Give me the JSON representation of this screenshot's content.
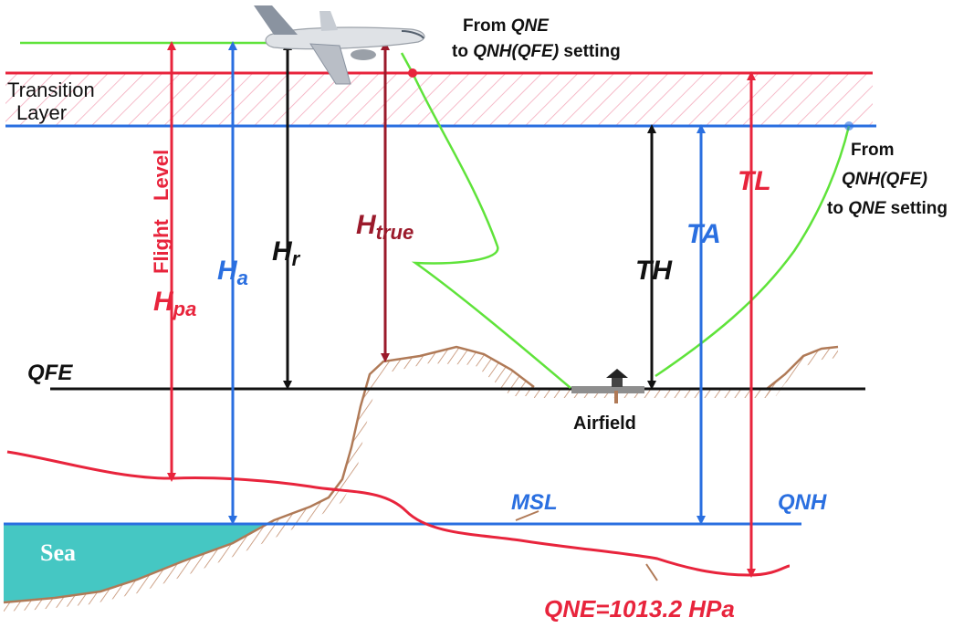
{
  "colors": {
    "red": "#e8243c",
    "blue": "#2a6fe0",
    "green": "#5fe33a",
    "black": "#111111",
    "darkred": "#9b1a2b",
    "terrain": "#b07a57",
    "sea": "#45c7c3",
    "transition_hatch": "#f2a8b8"
  },
  "labels": {
    "transition_layer_line1": "Transition",
    "transition_layer_line2": "Layer",
    "flight_level_a": "Flight",
    "flight_level_b": "Level",
    "hpa_main": "H",
    "hpa_sub": "pa",
    "ha_main": "H",
    "ha_sub": "a",
    "hr_main": "H",
    "hr_sub": "r",
    "htrue_main": "H",
    "htrue_sub": "true",
    "th": "TH",
    "ta": "TA",
    "tl": "TL",
    "qfe": "QFE",
    "msl": "MSL",
    "qnh": "QNH",
    "sea": "Sea",
    "airfield": "Airfield",
    "qne_value": "QNE=1013.2 HPa"
  },
  "notes": {
    "from_qne": {
      "line1_prefix": "From ",
      "line1_italic": "QNE",
      "line2_prefix": "to ",
      "line2_italic": "QNH(QFE)",
      "line2_suffix": " setting"
    },
    "from_qnh": {
      "line1": "From",
      "line2_italic": "QNH(QFE)",
      "line3_prefix": "to ",
      "line3_italic": "QNE",
      "line3_suffix": " setting"
    }
  },
  "icons": [
    "airplane-icon",
    "airfield-tower-icon"
  ]
}
